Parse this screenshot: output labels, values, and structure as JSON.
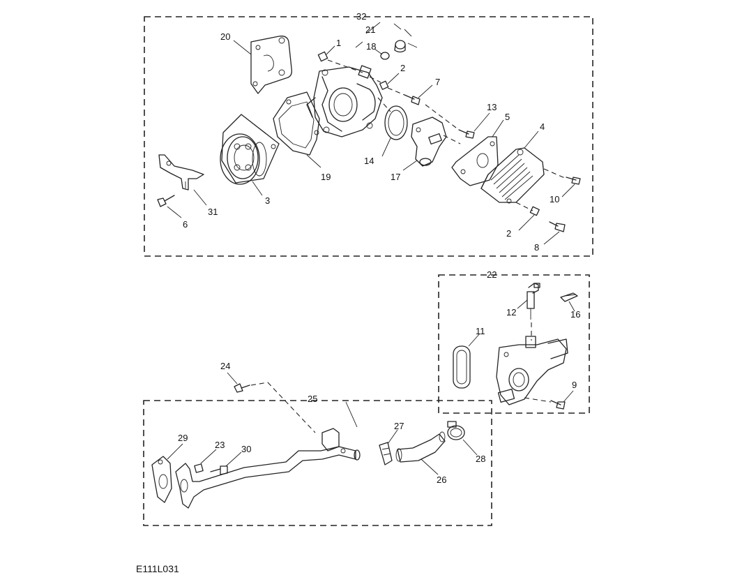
{
  "diagram_code": "E111L031",
  "callouts": {
    "c32": "32",
    "c21": "21",
    "c18": "18",
    "c20": "20",
    "c1": "1",
    "c2a": "2",
    "c7": "7",
    "c13": "13",
    "c5": "5",
    "c4": "4",
    "c14": "14",
    "c17": "17",
    "c19": "19",
    "c3": "3",
    "c31": "31",
    "c6": "6",
    "c10": "10",
    "c2b": "2",
    "c8": "8",
    "c22": "22",
    "c12": "12",
    "c16": "16",
    "c11": "11",
    "c9": "9",
    "c24": "24",
    "c25": "25",
    "c27": "27",
    "c29": "29",
    "c23": "23",
    "c30": "30",
    "c28": "28",
    "c26": "26"
  }
}
